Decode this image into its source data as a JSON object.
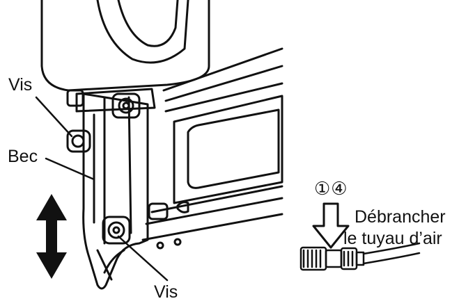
{
  "labels": {
    "vis_top": "Vis",
    "bec": "Bec",
    "vis_bottom": "Vis",
    "steps": "①④",
    "disconnect_line1": "Débrancher",
    "disconnect_line2": "le tuyau d’air"
  },
  "colors": {
    "ink": "#111111",
    "paper": "#ffffff"
  },
  "icons": {
    "direction": "double-vertical-arrow-icon",
    "disconnect": "down-arrow-outline-icon",
    "connector": "air-coupler-icon"
  }
}
